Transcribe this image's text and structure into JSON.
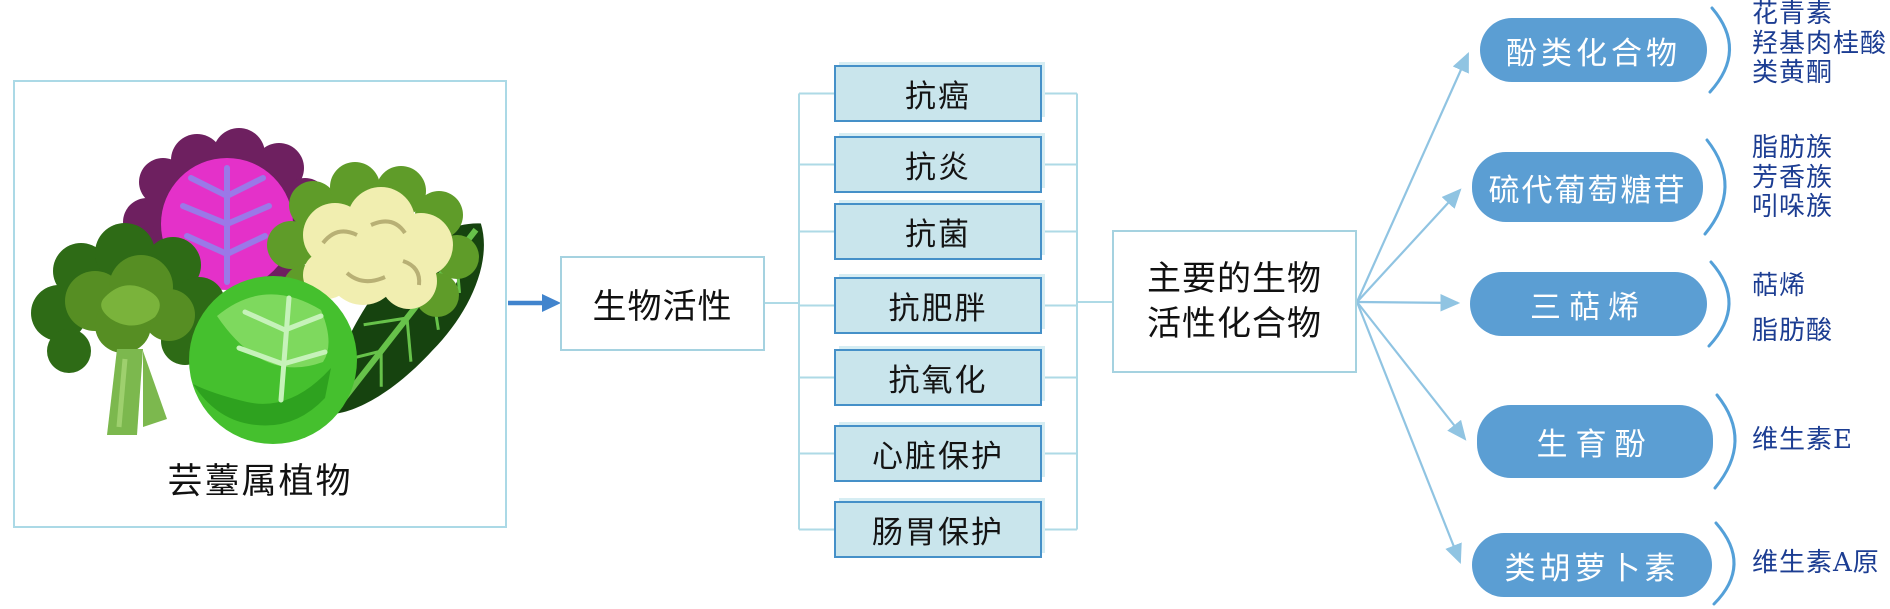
{
  "diagram": {
    "source": {
      "label": "芸薹属植物"
    },
    "bioactivity": {
      "label": "生物活性"
    },
    "activities": [
      {
        "label": "抗癌"
      },
      {
        "label": "抗炎"
      },
      {
        "label": "抗菌"
      },
      {
        "label": "抗肥胖"
      },
      {
        "label": "抗氧化"
      },
      {
        "label": "心脏保护"
      },
      {
        "label": "肠胃保护"
      }
    ],
    "compounds": {
      "label_lines": [
        "主要的生物",
        "活性化合物"
      ]
    },
    "groups": [
      {
        "label": "酚类化合物",
        "members": [
          "花青素",
          "羟基肉桂酸",
          "类黄酮"
        ]
      },
      {
        "label": "硫代葡萄糖苷",
        "members": [
          "脂肪族",
          "芳香族",
          "吲哚族"
        ]
      },
      {
        "label": "三萜烯",
        "members": [
          "萜烯",
          "脂肪酸"
        ]
      },
      {
        "label": "生育酚",
        "members": [
          "维生素E"
        ]
      },
      {
        "label": "类胡萝卜素",
        "members": [
          "维生素A原"
        ]
      }
    ],
    "vegetables": [
      "purple-cabbage",
      "cauliflower",
      "broccoli",
      "green-cabbage",
      "kale-leaf"
    ],
    "colors": {
      "activity_fill": "#c9e5ec",
      "activity_border": "#4590c8",
      "pill_fill": "#5b9ed3",
      "connector": "#aedae6",
      "main_arrow": "#4184cd",
      "fan_arrow": "#90c4e2",
      "member_text": "#1c3d92",
      "light_border": "#abd9e6"
    }
  }
}
